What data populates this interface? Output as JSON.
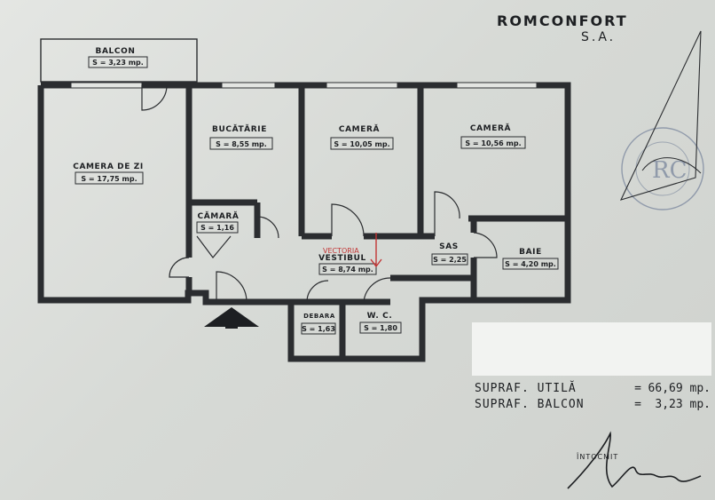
{
  "company": {
    "name": "ROMCONFORT",
    "suffix": "S.A."
  },
  "rooms": [
    {
      "id": "balcon",
      "name": "BALCON",
      "area": "S = 3,23 mp."
    },
    {
      "id": "camera-de-zi",
      "name": "CAMERA DE ZI",
      "area": "S = 17,75 mp."
    },
    {
      "id": "bucatarie",
      "name": "BUCĂTĂRIE",
      "area": "S = 8,55 mp."
    },
    {
      "id": "camera-1",
      "name": "CAMERĂ",
      "area": "S = 10,05 mp."
    },
    {
      "id": "camera-2",
      "name": "CAMERĂ",
      "area": "S = 10,56 mp."
    },
    {
      "id": "camara",
      "name": "CĂMARĂ",
      "area": "S = 1,16"
    },
    {
      "id": "vestibul",
      "name": "VESTIBUL",
      "area": "S = 8,74 mp."
    },
    {
      "id": "sas",
      "name": "SAS",
      "area": "S = 2,25"
    },
    {
      "id": "baie",
      "name": "BAIE",
      "area": "S = 4,20 mp."
    },
    {
      "id": "debara",
      "name": "DEBARA",
      "area": "S = 1,63"
    },
    {
      "id": "wc",
      "name": "W. C.",
      "area": "S = 1,80"
    }
  ],
  "summary": [
    {
      "label": "SUPRAF. UTILĂ",
      "value": "66,69 mp."
    },
    {
      "label": "SUPRAF. BALCON",
      "value": "3,23 mp."
    }
  ],
  "signed_label": "ÎNTOCMIT",
  "watermark": "VECTORIA",
  "colors": {
    "ink": "#2b2d30",
    "paper": "#dfe1de",
    "watermark": "#c23535"
  },
  "icons": {
    "entrance": "arrow-up-icon",
    "stamp": "stamp-icon",
    "signature": "signature-icon"
  }
}
